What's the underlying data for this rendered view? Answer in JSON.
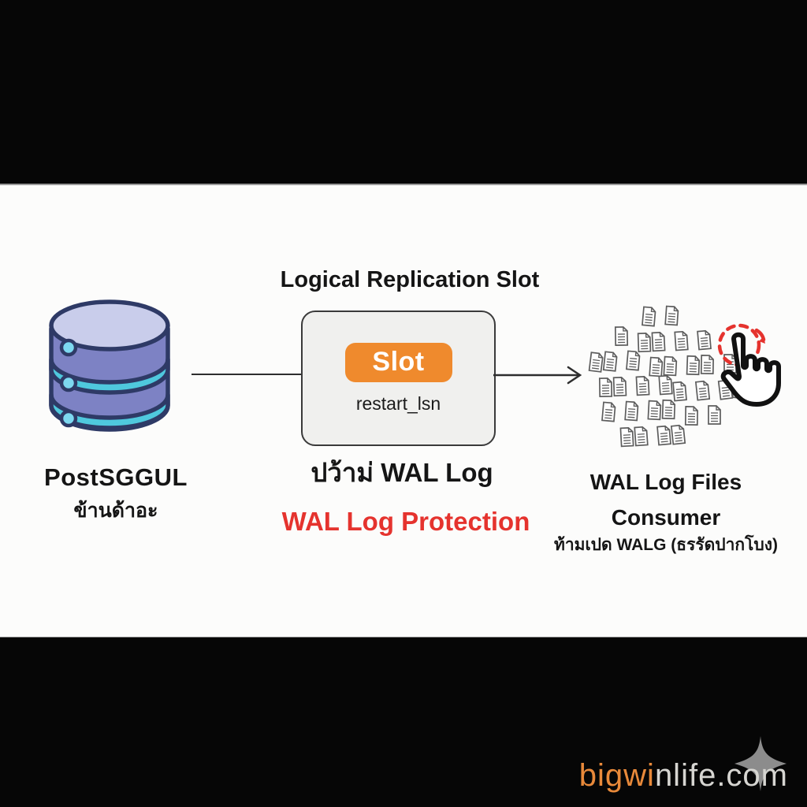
{
  "diagram": {
    "heading": "Logical Replication Slot",
    "source": {
      "title": "PostSGGUL",
      "subtitle": "ข้านด้าอะ"
    },
    "slot": {
      "button_label": "Slot",
      "field_label": "restart_lsn",
      "caption_line1": "ปว้าม่ WAL Log",
      "caption_line2": "WAL Log Protection"
    },
    "consumer": {
      "title_line1": "WAL Log Files",
      "title_line2": "Consumer",
      "subtitle": "ท้ามเปด WALG (ธรรัดปากโบง)"
    },
    "icons": {
      "database": "database-cylinder",
      "wal_files": "document-stack-cluster",
      "gesture": "tap-pointer-hand-with-dashed-circle",
      "watermark_star": "four-point-star"
    },
    "colors": {
      "accent_orange": "#ef8a2d",
      "alert_red": "#e5332e",
      "db_body": "#7d82c4",
      "db_top": "#c9cdeb",
      "db_band": "#4fc8dd",
      "db_outline": "#2e3a66",
      "box_fill": "#f0f0ee",
      "panel_bg": "#fcfcfb"
    }
  },
  "watermark": {
    "brand_orange": "bigwi",
    "brand_rest": "nlife.com"
  }
}
